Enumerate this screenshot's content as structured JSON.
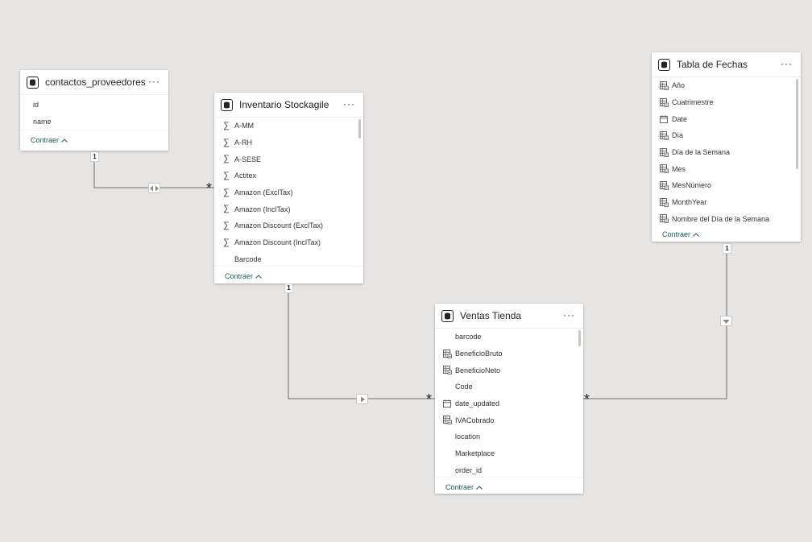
{
  "tables": {
    "contactos": {
      "title": "contactos_proveedores",
      "more": "···",
      "fields": [
        "id",
        "name"
      ],
      "footer": "Contraer"
    },
    "inventario": {
      "title": "Inventario Stockagile",
      "more": "···",
      "fields": [
        {
          "icon": "sigma-icon",
          "name": "A-MM"
        },
        {
          "icon": "sigma-icon",
          "name": "A-RH"
        },
        {
          "icon": "sigma-icon",
          "name": "A-SESE"
        },
        {
          "icon": "sigma-icon",
          "name": "Actitex"
        },
        {
          "icon": "sigma-icon",
          "name": "Amazon (ExclTax)"
        },
        {
          "icon": "sigma-icon",
          "name": "Amazon (InclTax)"
        },
        {
          "icon": "sigma-icon",
          "name": "Amazon Discount (ExclTax)"
        },
        {
          "icon": "sigma-icon",
          "name": "Amazon Discount (InclTax)"
        },
        {
          "icon": "none",
          "name": "Barcode"
        }
      ],
      "footer": "Contraer"
    },
    "fechas": {
      "title": "Tabla de Fechas",
      "more": "···",
      "fields": [
        {
          "icon": "calculated-column-icon",
          "name": "Año"
        },
        {
          "icon": "calculated-column-icon",
          "name": "Cuatrimestre"
        },
        {
          "icon": "calendar-icon",
          "name": "Date"
        },
        {
          "icon": "calculated-column-icon",
          "name": "Día"
        },
        {
          "icon": "calculated-column-icon",
          "name": "Día de la Semana"
        },
        {
          "icon": "calculated-column-icon",
          "name": "Mes"
        },
        {
          "icon": "calculated-column-icon",
          "name": "MesNúmero"
        },
        {
          "icon": "calculated-column-icon",
          "name": "MonthYear"
        },
        {
          "icon": "calculated-column-icon",
          "name": "Nombre del Día de la Semana"
        }
      ],
      "footer": "Contraer"
    },
    "ventas": {
      "title": "Ventas Tienda",
      "more": "···",
      "fields": [
        {
          "icon": "none",
          "name": "barcode"
        },
        {
          "icon": "calculated-column-icon",
          "name": "BeneficioBruto"
        },
        {
          "icon": "calculated-column-icon",
          "name": "BeneficioNeto"
        },
        {
          "icon": "none",
          "name": "Code"
        },
        {
          "icon": "calendar-icon",
          "name": "date_updated"
        },
        {
          "icon": "calculated-column-icon",
          "name": "IVACobrado"
        },
        {
          "icon": "none",
          "name": "location"
        },
        {
          "icon": "none",
          "name": "Marketplace"
        },
        {
          "icon": "none",
          "name": "order_id"
        }
      ],
      "footer": "Contraer"
    }
  },
  "relationships": {
    "one": "1",
    "many": "*"
  },
  "colors": {
    "canvas": "#e6e5e3",
    "line": "#8a8886",
    "footer_text": "#1b5c59"
  }
}
